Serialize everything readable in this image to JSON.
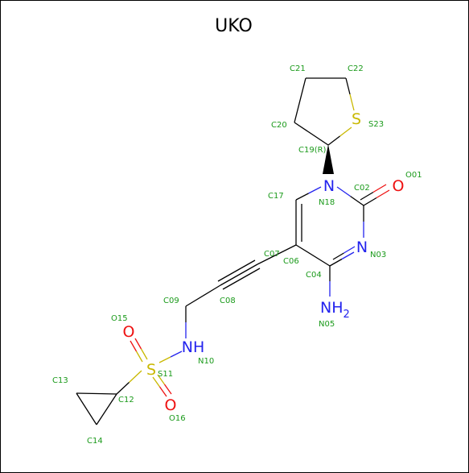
{
  "title": "UKO",
  "colors": {
    "bond": "#000000",
    "carbon_label": "#1a9a1a",
    "nitrogen": "#2323ee",
    "oxygen": "#ee1111",
    "sulfur": "#c9b800"
  },
  "atoms": {
    "s23": "S",
    "n18": "N",
    "o01": "O",
    "n03": "N",
    "n05": "NH",
    "n05_sub": "2",
    "n10": "NH",
    "s11": "S",
    "o15": "O",
    "o16": "O"
  },
  "labels": {
    "o01": "O01",
    "c02": "C02",
    "n03": "N03",
    "c04": "C04",
    "n05": "N05",
    "c06": "C06",
    "c07": "C07",
    "c08": "C08",
    "c09": "C09",
    "n10": "N10",
    "s11": "S11",
    "c12": "C12",
    "c13": "C13",
    "c14": "C14",
    "o15": "O15",
    "o16": "O16",
    "c17": "C17",
    "n18": "N18",
    "c19": "C19(R)",
    "c20": "C20",
    "c21": "C21",
    "c22": "C22",
    "s23": "S23"
  }
}
